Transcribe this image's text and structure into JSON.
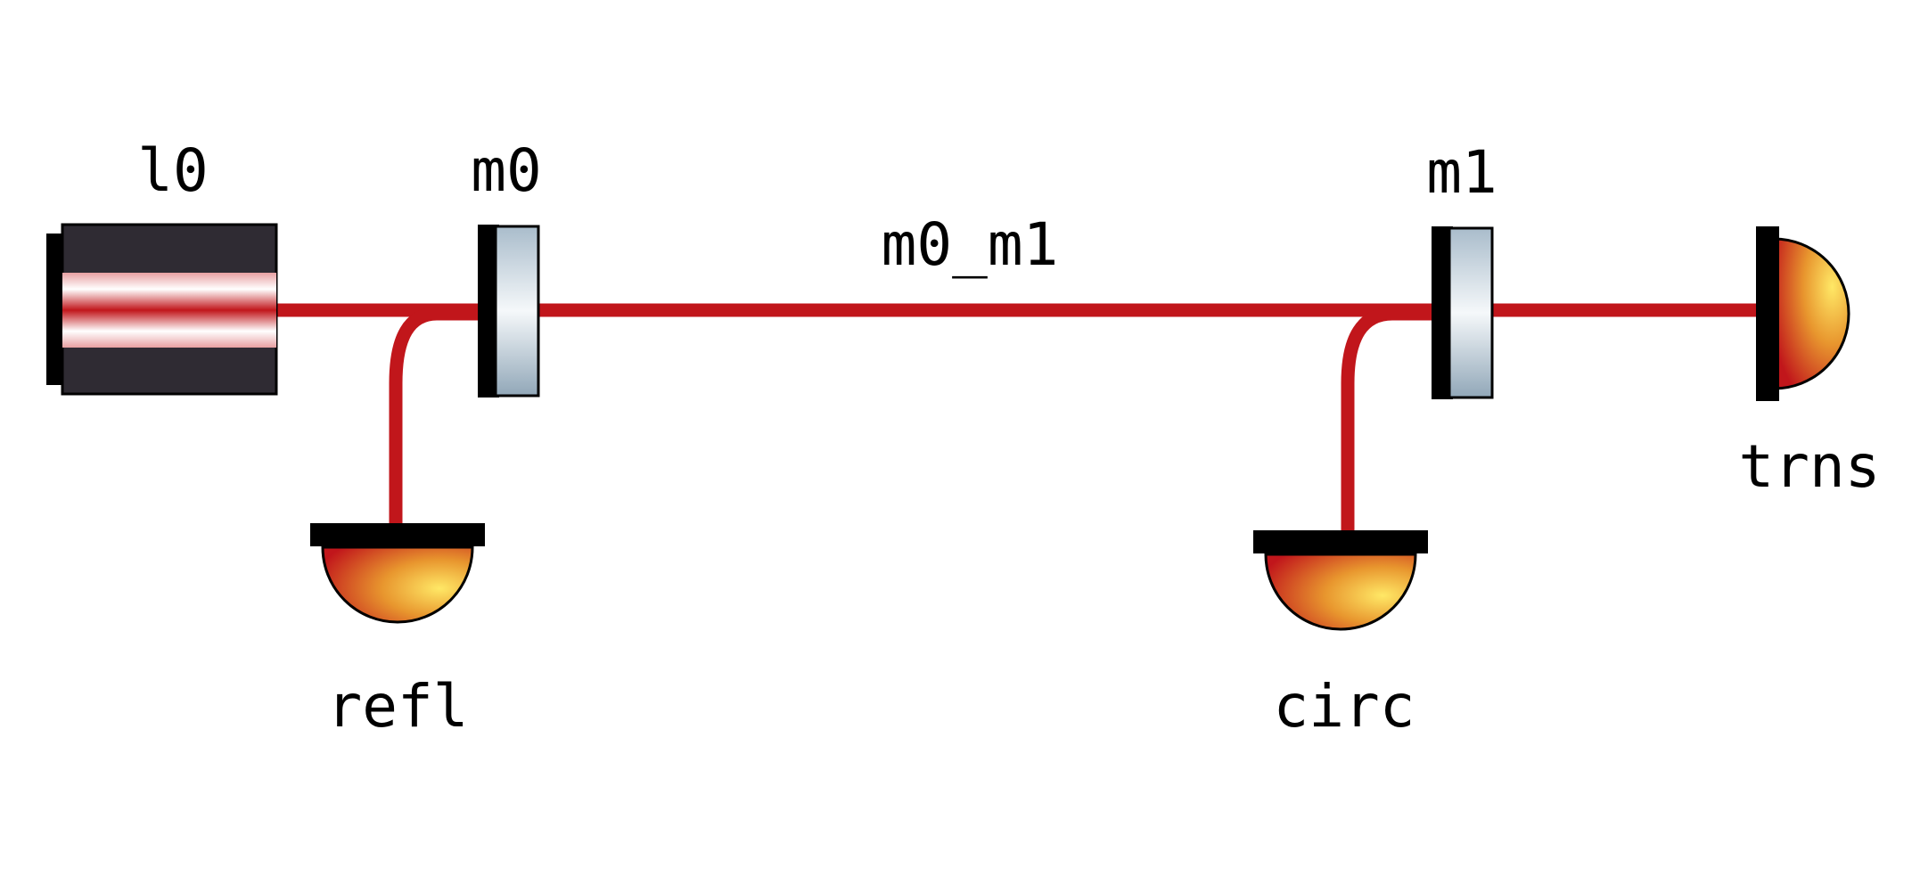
{
  "components": {
    "laser": {
      "label": "l0"
    },
    "mirror_in": {
      "label": "m0"
    },
    "mirror_out": {
      "label": "m1"
    },
    "space": {
      "label": "m0_m1"
    },
    "detector_reflection": {
      "label": "refl"
    },
    "detector_circulating": {
      "label": "circ"
    },
    "detector_transmission": {
      "label": "trns"
    }
  },
  "colors": {
    "beam": "#c1161b",
    "laser_body": "#2f2b33",
    "mount": "#000000",
    "mirror_glass_light": "#f3f6f9",
    "mirror_glass_dark": "#9fb3c3",
    "detector_hot": "#ffe060",
    "detector_cold": "#c0161b"
  }
}
